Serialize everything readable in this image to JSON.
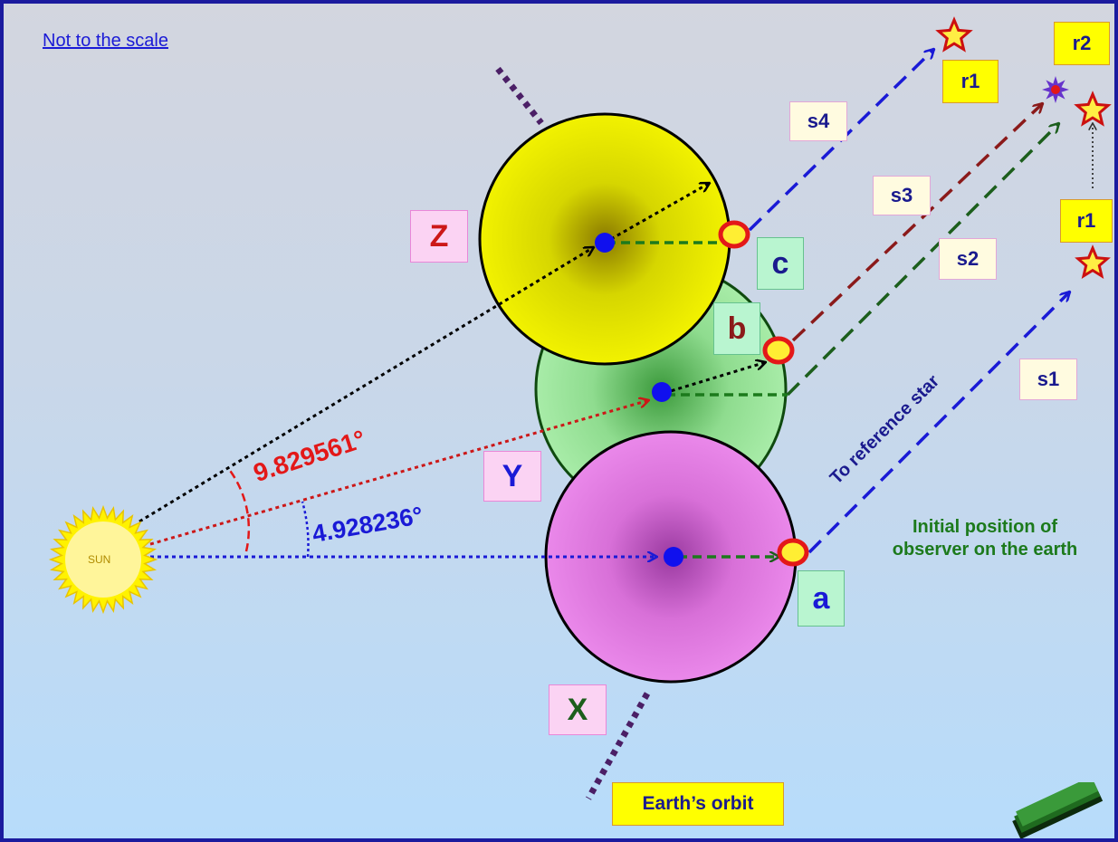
{
  "note": "Not to the scale",
  "sun_label": "SUN",
  "angles": {
    "large": "9.829561°",
    "small": "4.928236°"
  },
  "positions": {
    "x": "X",
    "y": "Y",
    "z": "Z"
  },
  "observer_points": {
    "a": "a",
    "b": "b",
    "c": "c"
  },
  "sightlines": {
    "s1": "s1",
    "s2": "s2",
    "s3": "s3",
    "s4": "s4"
  },
  "stars": {
    "r1_top": "r1",
    "r1_right": "r1",
    "r2": "r2"
  },
  "to_reference_star": "To reference star",
  "initial_position": [
    "Initial  position of",
    "observer on the earth"
  ],
  "orbit_label": "Earth’s orbit",
  "colors": {
    "border": "#1b1b9e",
    "blue": "#1a1ad6",
    "red": "#e31818",
    "dark_red": "#8b1a1a",
    "dark_green": "#1c5e1c",
    "orbit": "#4b1f66",
    "earth_x": "#e079e0",
    "earth_y": "#98e090",
    "earth_z": "#eeee00"
  }
}
